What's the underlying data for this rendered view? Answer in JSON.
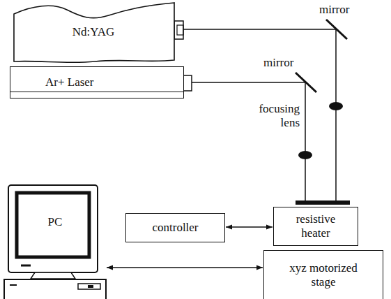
{
  "diagram": {
    "nodes": [
      {
        "text": [
          "Nd:YAG"
        ]
      },
      {
        "text": [
          "Ar+ Laser"
        ]
      },
      {
        "text": [
          "controller"
        ]
      },
      {
        "text": [
          "resistive heater"
        ]
      },
      {
        "text": [
          "PC"
        ]
      },
      {
        "text": [
          "xyz motorized stage"
        ]
      }
    ],
    "edges": [
      {
        "from": 2,
        "to": 3,
        "arrow": "both"
      },
      {
        "from": 4,
        "to": 5,
        "arrow": "both"
      }
    ],
    "labels": [
      "mirror",
      "mirror",
      "focusing lens"
    ]
  }
}
